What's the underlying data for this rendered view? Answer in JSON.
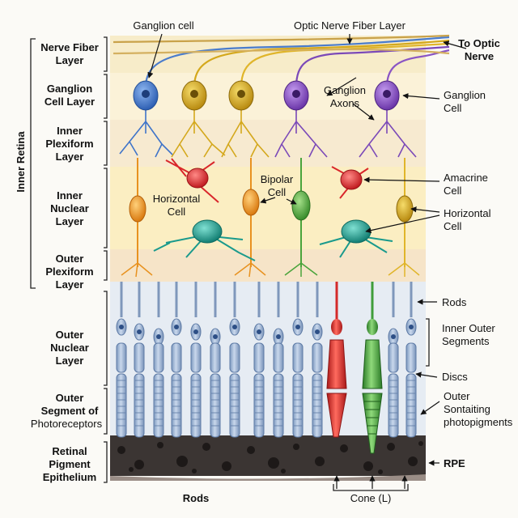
{
  "side_label": "Inner Retina",
  "layers": [
    {
      "line1": "Nerve Fiber",
      "line2": "Layer",
      "line3": ""
    },
    {
      "line1": "Ganglion",
      "line2": "Cell Layer",
      "line3": ""
    },
    {
      "line1": "Inner",
      "line2": "Plexiform",
      "line3": "Layer"
    },
    {
      "line1": "Inner",
      "line2": "Nuclear",
      "line3": "Layer"
    },
    {
      "line1": "Outer",
      "line2": "Plexiform",
      "line3": "Layer"
    },
    {
      "line1": "Outer",
      "line2": "Nuclear",
      "line3": "Layer"
    },
    {
      "line1": "Outer",
      "line2": "Segment of",
      "line3": "Photoreceptors"
    },
    {
      "line1": "Retinal",
      "line2": "Pigment",
      "line3": "Epithelium"
    }
  ],
  "top_labels": {
    "ganglion_cell": "Ganglion cell",
    "optic_nerve_fiber_layer": "Optic Nerve Fiber Layer"
  },
  "inner_labels": {
    "ganglion_axons_1": "Ganglion",
    "ganglion_axons_2": "Axons",
    "horizontal_cell_1": "Horizontal",
    "horizontal_cell_2": "Cell",
    "bipolar_cell_1": "Bipolar",
    "bipolar_cell_2": "Cell"
  },
  "right_labels": {
    "to_optic_nerve_1": "To Optic",
    "to_optic_nerve_2": "Nerve",
    "ganglion_cell_1": "Ganglion",
    "ganglion_cell_2": "Cell",
    "amacrine_cell_1": "Amacrine",
    "amacrine_cell_2": "Cell",
    "horizontal_cell_1": "Horizontal",
    "horizontal_cell_2": "Cell",
    "rods": "Rods",
    "inner_outer_segments_1": "Inner Outer",
    "inner_outer_segments_2": "Segments",
    "discs": "Discs",
    "outer_1": "Outer",
    "outer_2": "Sontaiting",
    "outer_3": "photopigments",
    "rpe": "RPE"
  },
  "bottom_labels": {
    "rods": "Rods",
    "cone": "Cone (L)"
  },
  "colors": {
    "ganglion_blue": "#3f74c9",
    "ganglion_gold": "#d4a81c",
    "ganglion_purple": "#7b49b8",
    "amacrine_red": "#d9262b",
    "horizontal_teal": "#1a9a8c",
    "bipolar_orange": "#e89220",
    "bipolar_green": "#4aa43c",
    "rod_blue": "#9fb6d4",
    "cone_red": "#d42a2a",
    "cone_green": "#3f9d3a",
    "rpe_dark": "#3a3432"
  }
}
